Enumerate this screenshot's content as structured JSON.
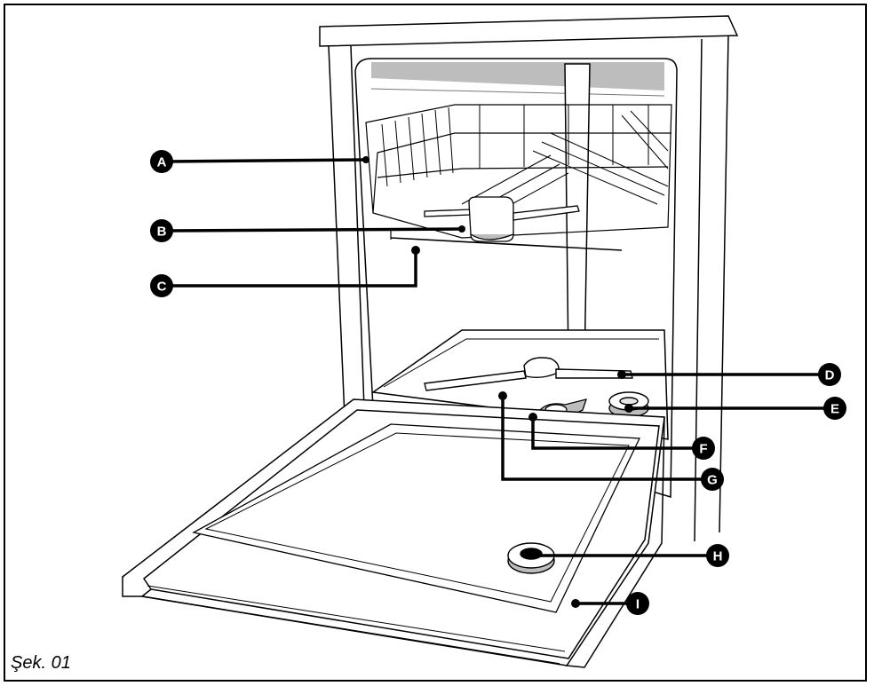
{
  "caption": "Şek. 01",
  "callouts": [
    {
      "id": "A",
      "label": "A"
    },
    {
      "id": "B",
      "label": "B"
    },
    {
      "id": "C",
      "label": "C"
    },
    {
      "id": "D",
      "label": "D"
    },
    {
      "id": "E",
      "label": "E"
    },
    {
      "id": "F",
      "label": "F"
    },
    {
      "id": "G",
      "label": "G"
    },
    {
      "id": "H",
      "label": "H"
    },
    {
      "id": "I",
      "label": "I"
    }
  ],
  "colors": {
    "line": "#000000",
    "fill": "#ffffff",
    "shade": "#bdbdbd",
    "light": "#e6e6e6"
  }
}
